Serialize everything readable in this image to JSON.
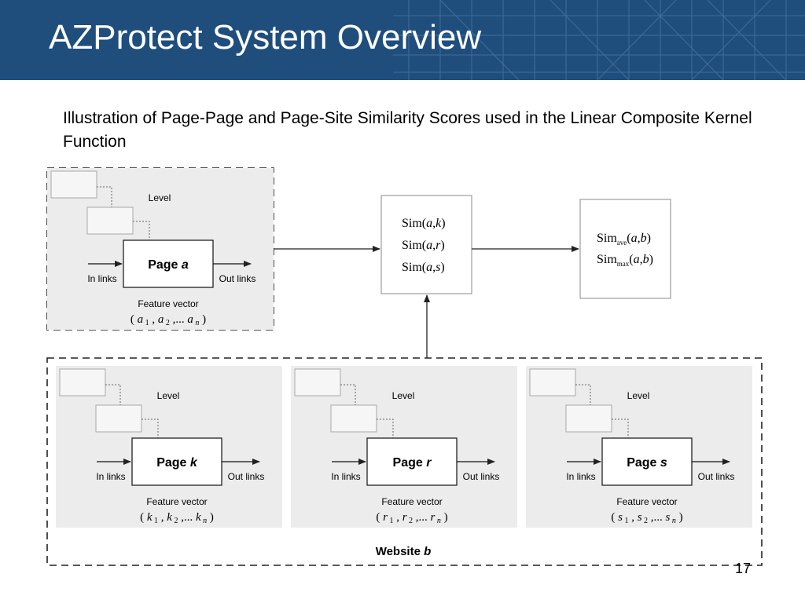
{
  "slide": {
    "title": "AZProtect System Overview",
    "caption": "Illustration of Page-Page and Page-Site Similarity Scores used in the Linear Composite Kernel Function",
    "page_number": "17"
  },
  "colors": {
    "banner": "#1f4e7d",
    "panel": "#ececec",
    "box_border": "#333333"
  },
  "diagram": {
    "level_label": "Level",
    "in_links_label": "In links",
    "out_links_label": "Out links",
    "feature_vector_label": "Feature vector",
    "page_a": {
      "title": "Page",
      "var": "a",
      "vector": [
        {
          "base": "a",
          "sub": "1"
        },
        {
          "base": "a",
          "sub": "2"
        },
        {
          "base": "a",
          "sub": "n"
        }
      ]
    },
    "website": {
      "label": "Website",
      "var": "b",
      "pages": [
        {
          "title": "Page",
          "var": "k",
          "vector": [
            {
              "base": "k",
              "sub": "1"
            },
            {
              "base": "k",
              "sub": "2"
            },
            {
              "base": "k",
              "sub": "n"
            }
          ]
        },
        {
          "title": "Page",
          "var": "r",
          "vector": [
            {
              "base": "r",
              "sub": "1"
            },
            {
              "base": "r",
              "sub": "2"
            },
            {
              "base": "r",
              "sub": "n"
            }
          ]
        },
        {
          "title": "Page",
          "var": "s",
          "vector": [
            {
              "base": "s",
              "sub": "1"
            },
            {
              "base": "s",
              "sub": "2"
            },
            {
              "base": "s",
              "sub": "n"
            }
          ]
        }
      ]
    },
    "sim_box": {
      "items": [
        {
          "fn": "Sim",
          "args": "a",
          "b": "k"
        },
        {
          "fn": "Sim",
          "args": "a",
          "b": "r"
        },
        {
          "fn": "Sim",
          "args": "a",
          "b": "s"
        }
      ]
    },
    "agg_box": {
      "items": [
        {
          "fn": "Sim",
          "sub": "ave",
          "args": "a",
          "b": "b"
        },
        {
          "fn": "Sim",
          "sub": "max",
          "args": "a",
          "b": "b"
        }
      ]
    }
  }
}
